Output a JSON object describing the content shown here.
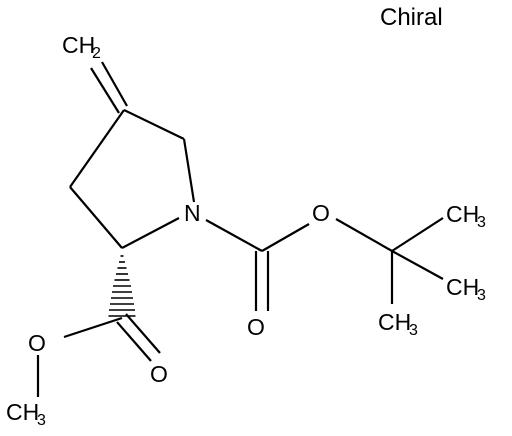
{
  "stereo_flag": "Chiral",
  "atoms": {
    "methylene_ch": "CH",
    "methylene_sub": "2",
    "ring_nitrogen": "N",
    "carbamate_o_single": "O",
    "carbamate_o_double": "O",
    "ester_o_single": "O",
    "ester_o_double": "O",
    "tbu_ch3_upper": "CH",
    "tbu_ch3_upper_sub": "3",
    "tbu_ch3_middle": "CH",
    "tbu_ch3_middle_sub": "3",
    "tbu_ch3_lower": "CH",
    "tbu_ch3_lower_sub": "3",
    "ester_ch3": "CH",
    "ester_ch3_sub": "3"
  }
}
